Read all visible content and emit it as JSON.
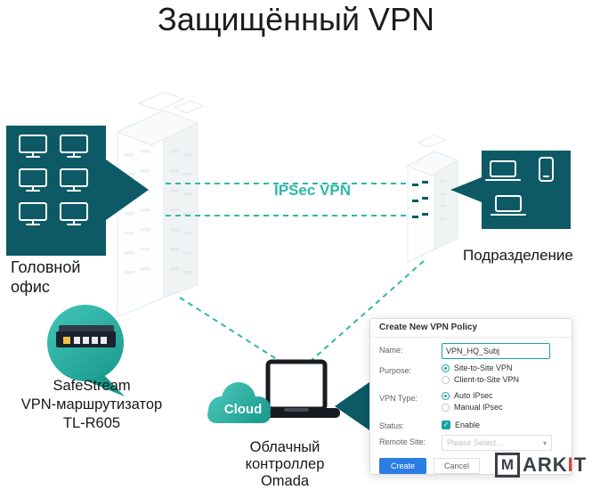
{
  "title": "Защищённый VPN",
  "colors": {
    "callout_teal": "#0d5a66",
    "line_teal": "#2cb9aa",
    "cloud_teal": "#2fb5a8",
    "accent_blue": "#2b7de1",
    "logo_red": "#e03b34"
  },
  "diagram": {
    "head_office_label": "Головной офис",
    "branch_label": "Подразделение",
    "ipsec_label": "IPSec VPN",
    "cloud_label": "Cloud",
    "router_caption": [
      "SafeStream",
      "VPN-маршрутизатор",
      "TL-R605"
    ],
    "controller_caption": [
      "Облачный",
      "контроллер",
      "Omada"
    ]
  },
  "dialog": {
    "title": "Create New VPN Policy",
    "name_label": "Name:",
    "name_value": "VPN_HQ_Subj",
    "purpose_label": "Purpose:",
    "purpose_options": [
      "Site-to-Site VPN",
      "Client-to-Site VPN"
    ],
    "vpn_type_label": "VPN Type:",
    "vpn_type_options": [
      "Auto IPsec",
      "Manual IPsec"
    ],
    "status_label": "Status:",
    "status_value": "Enable",
    "remote_site_label": "Remote Site:",
    "remote_site_value": "Please Select...",
    "create_button": "Create",
    "cancel_button": "Cancel"
  },
  "logo": {
    "boxed": "M",
    "part1": "ARK",
    "accent": "I",
    "part2": "T"
  }
}
